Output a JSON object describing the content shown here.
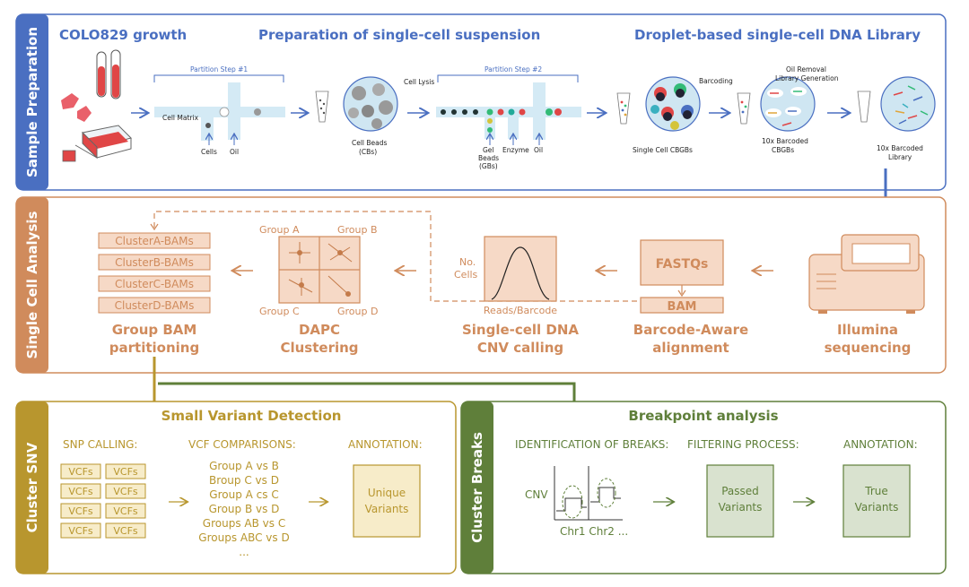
{
  "colors": {
    "blue": "#4a6fc1",
    "orange": "#d08b5c",
    "orange_fill": "#f6d9c6",
    "olive": "#b8962e",
    "olive_fill": "#f7ecc9",
    "green": "#5f7f3a",
    "green_fill": "#d9e2cf",
    "red": "#e04646"
  },
  "sample_prep": {
    "side_label": "Sample Preparation",
    "title_growth": "COLO829 growth",
    "title_suspension": "Preparation of single-cell suspension",
    "title_library": "Droplet-based single-cell DNA Library",
    "partition1": "Partition Step #1",
    "partition2": "Partition Step #2",
    "cell_matrix": "Cell Matrix",
    "cells": "Cells",
    "oil1": "Oil",
    "cell_beads_1": "Cell Beads",
    "cell_beads_2": "(CBs)",
    "cell_lysis": "Cell Lysis",
    "gel_beads_1": "Gel",
    "gel_beads_2": "Beads",
    "gel_beads_3": "(GBs)",
    "enzyme": "Enzyme",
    "oil2": "Oil",
    "barcoding": "Barcoding",
    "single_cell_cbgbs": "Single Cell CBGBs",
    "oil_removal_1": "Oil Removal",
    "oil_removal_2": "Library Generation",
    "barcoded_cbgbs_1": "10x Barcoded",
    "barcoded_cbgbs_2": "CBGBs",
    "barcoded_lib_1": "10x Barcoded",
    "barcoded_lib_2": "Library"
  },
  "single_cell": {
    "side_label": "Single Cell Analysis",
    "clusters": [
      "ClusterA-BAMs",
      "ClusterB-BAMs",
      "ClusterC-BAMs",
      "ClusterD-BAMs"
    ],
    "group_bam_1": "Group BAM",
    "group_bam_2": "partitioning",
    "group_a": "Group A",
    "group_b": "Group B",
    "group_c": "Group C",
    "group_d": "Group D",
    "dapc_1": "DAPC",
    "dapc_2": "Clustering",
    "no_cells_1": "No.",
    "no_cells_2": "Cells",
    "reads_barcode": "Reads/Barcode",
    "cnv_1": "Single-cell DNA",
    "cnv_2": "CNV calling",
    "fastqs": "FASTQs",
    "bam": "BAM",
    "align_1": "Barcode-Aware",
    "align_2": "alignment",
    "illumina_1": "Illumina",
    "illumina_2": "sequencing"
  },
  "cluster_snv": {
    "side_label": "Cluster SNV",
    "title": "Small Variant Detection",
    "snp_calling": "SNP CALLING:",
    "vcf_label": "VCFs",
    "vcf_comparisons": "VCF COMPARISONS:",
    "comparisons": [
      "Group A vs B",
      "Broup C vs D",
      "Group A cs C",
      "Group B vs D",
      "Groups AB vs C",
      "Groups ABC vs D",
      "..."
    ],
    "annotation": "ANNOTATION:",
    "unique_1": "Unique",
    "unique_2": "Variants"
  },
  "cluster_breaks": {
    "side_label": "Cluster Breaks",
    "title": "Breakpoint analysis",
    "identification": "IDENTIFICATION OF BREAKS:",
    "cnv": "CNV",
    "chr_label": "Chr1  Chr2  ...",
    "filtering": "FILTERING PROCESS:",
    "passed_1": "Passed",
    "passed_2": "Variants",
    "annotation": "ANNOTATION:",
    "true_1": "True",
    "true_2": "Variants"
  }
}
